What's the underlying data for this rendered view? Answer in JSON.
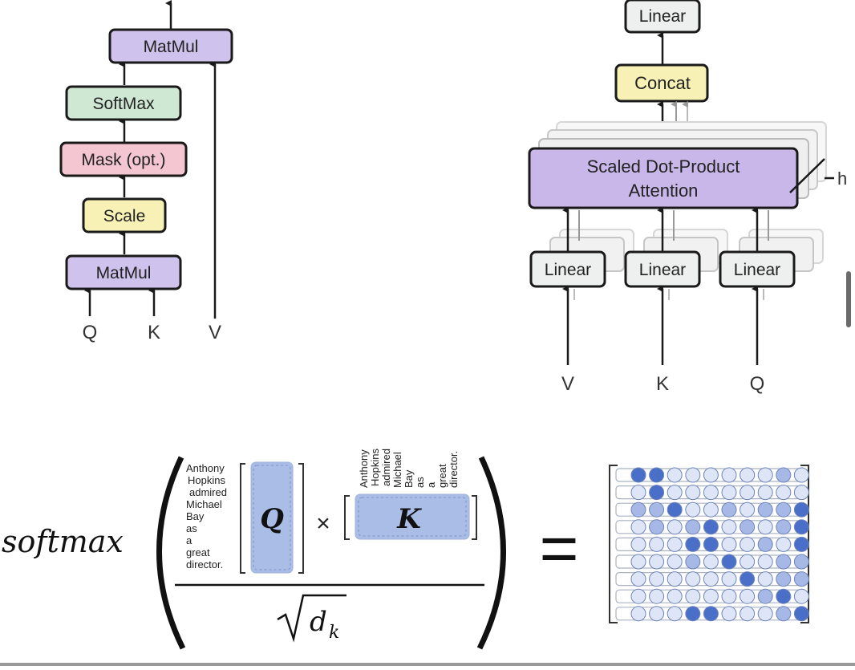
{
  "colors": {
    "matmul": "#cfc2ec",
    "softmax": "#cfe8d3",
    "mask": "#f3c6d2",
    "scale": "#f7f1b6",
    "concat": "#f7f1b6",
    "linear": "#eef0ef",
    "attention": "#c9b7ea",
    "stroke": "#1a1a1a",
    "matrix_fill": "#a9bde6",
    "dot_strong": "#4a6fc9",
    "dot_mid": "#a5b8e6",
    "dot_light": "#dde5f6"
  },
  "left_diagram": {
    "matmul_top": "MatMul",
    "softmax": "SoftMax",
    "mask": "Mask (opt.)",
    "scale": "Scale",
    "matmul_bottom": "MatMul",
    "input_q": "Q",
    "input_k": "K",
    "input_v": "V"
  },
  "right_diagram": {
    "linear_top": "Linear",
    "concat": "Concat",
    "attention_line1": "Scaled Dot-Product",
    "attention_line2": "Attention",
    "h_label": "h",
    "linear_v": "Linear",
    "linear_k": "Linear",
    "linear_q": "Linear",
    "input_v": "V",
    "input_k": "K",
    "input_q": "Q"
  },
  "formula": {
    "softmax_word": "softmax",
    "q_letter": "Q",
    "k_letter": "K",
    "times": "×",
    "equals": "=",
    "dk": "d",
    "dk_sub": "k",
    "tokens": [
      "Anthony",
      "Hopkins",
      "admired",
      "Michael",
      "Bay",
      "as",
      "a",
      "great",
      "director."
    ]
  },
  "attention_matrix": [
    [
      2,
      2,
      0,
      0,
      0,
      0,
      0,
      0,
      1,
      0
    ],
    [
      0,
      2,
      0,
      0,
      0,
      0,
      0,
      0,
      0,
      0
    ],
    [
      1,
      1,
      2,
      0,
      0,
      1,
      0,
      1,
      1,
      2
    ],
    [
      0,
      1,
      0,
      1,
      2,
      0,
      1,
      0,
      1,
      2
    ],
    [
      0,
      0,
      0,
      2,
      2,
      0,
      0,
      1,
      0,
      2
    ],
    [
      0,
      0,
      0,
      1,
      0,
      2,
      0,
      0,
      1,
      1
    ],
    [
      0,
      0,
      0,
      0,
      0,
      0,
      2,
      0,
      1,
      1
    ],
    [
      0,
      0,
      0,
      0,
      0,
      0,
      0,
      1,
      2,
      0
    ],
    [
      0,
      0,
      0,
      2,
      2,
      0,
      0,
      0,
      1,
      2
    ]
  ]
}
